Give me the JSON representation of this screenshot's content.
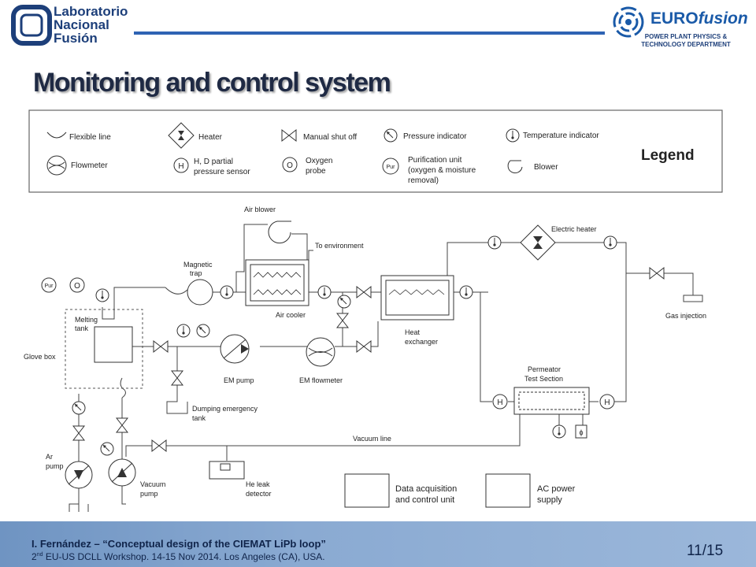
{
  "header": {
    "lab_logo_lines": [
      "Laboratorio",
      "Nacional",
      "Fusión"
    ],
    "eurofusion_brand_prefix": "EURO",
    "eurofusion_brand_suffix": "fusion",
    "eurofusion_sub_line1": "POWER PLANT PHYSICS &",
    "eurofusion_sub_line2": "TECHNOLOGY DEPARTMENT",
    "accent_color": "#2e63b3"
  },
  "title": "Monitoring and control system",
  "legend": {
    "heading": "Legend",
    "flexible_line": "Flexible line",
    "heater": "Heater",
    "manual_shut_off": "Manual shut off",
    "pressure_indicator": "Pressure indicator",
    "temperature_indicator": "Temperature indicator",
    "flowmeter": "Flowmeter",
    "hd_sensor_1": "H, D partial",
    "hd_sensor_2": "pressure sensor",
    "oxygen_1": "Oxygen",
    "oxygen_2": "probe",
    "purif_1": "Purification unit",
    "purif_2": "(oxygen & moisture",
    "purif_3": "removal)",
    "blower": "Blower",
    "sym_h": "H",
    "sym_o": "O",
    "sym_pur": "Pur"
  },
  "diagram": {
    "air_blower": "Air blower",
    "to_environment": "To environment",
    "magnetic_1": "Magnetic",
    "magnetic_2": "trap",
    "air_cooler": "Air cooler",
    "electric_heater": "Electric heater",
    "heat_exchanger_1": "Heat",
    "heat_exchanger_2": "exchanger",
    "gas_injection": "Gas injection",
    "melting_1": "Melting",
    "melting_2": "tank",
    "glove_box": "Glove box",
    "em_pump": "EM pump",
    "em_flowmeter": "EM flowmeter",
    "dumping_1": "Dumping emergency",
    "dumping_2": "tank",
    "permeator_1": "Permeator",
    "permeator_2": "Test Section",
    "vacuum_line": "Vacuum line",
    "ar_1": "Ar",
    "ar_2": "pump",
    "vacuum_pump_1": "Vacuum",
    "vacuum_pump_2": "pump",
    "he_leak_1": "He leak",
    "he_leak_2": "detector",
    "daq_1": "Data acquisition",
    "daq_2": "and control unit",
    "ac_1": "AC power",
    "ac_2": "supply",
    "sym_pur": "Pur",
    "sym_o": "O",
    "sym_h": "H",
    "sym_phi": "ϕ"
  },
  "footer": {
    "line1": "I. Fernández – “Conceptual design of the CIEMAT LiPb loop”",
    "line2_pre": "2",
    "line2_sup": "nd",
    "line2_post": " EU-US DCLL Workshop. 14-15 Nov 2014. Los Angeles (CA), USA.",
    "page": "11/15"
  }
}
